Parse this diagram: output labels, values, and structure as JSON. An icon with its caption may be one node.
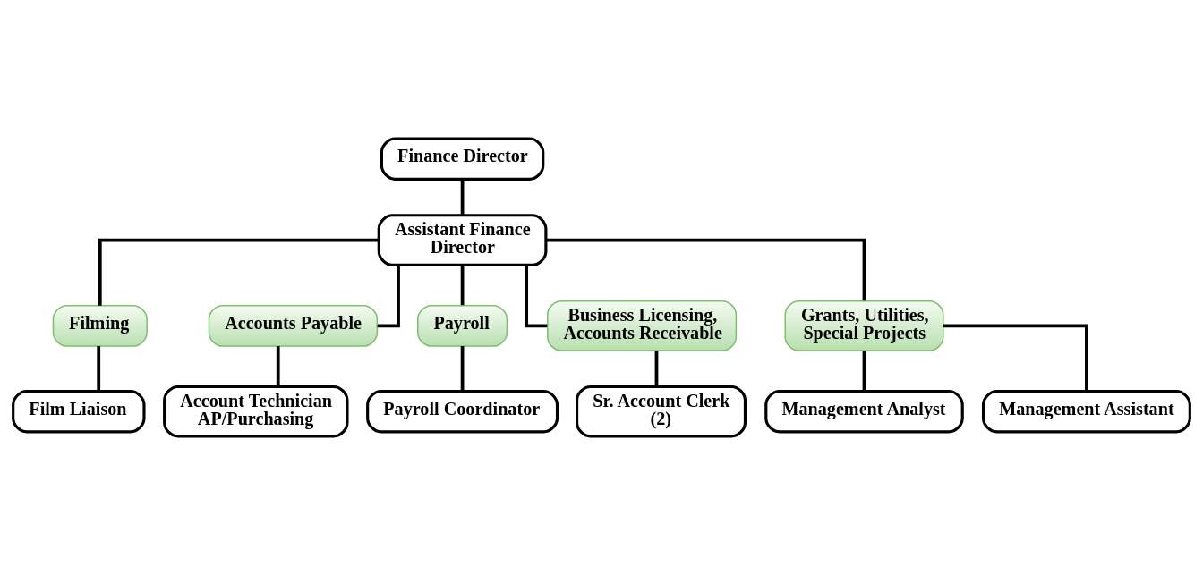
{
  "diagram": {
    "nodes": [
      {
        "text": [
          "Finance Director"
        ]
      },
      {
        "text": [
          "Assistant Finance Director"
        ]
      },
      {
        "text": [
          "Filming"
        ]
      },
      {
        "text": [
          "Accounts Payable"
        ]
      },
      {
        "text": [
          "Payroll"
        ]
      },
      {
        "text": [
          "Business Licensing, Accounts Receivable"
        ]
      },
      {
        "text": [
          "Grants, Utilities, Special Projects"
        ]
      },
      {
        "text": [
          "Film Liaison"
        ]
      },
      {
        "text": [
          "Account Technician AP/Purchasing"
        ]
      },
      {
        "text": [
          "Payroll Coordinator"
        ]
      },
      {
        "text": [
          "Sr. Account Clerk (2)"
        ]
      },
      {
        "text": [
          "Management Analyst"
        ]
      },
      {
        "text": [
          "Management Assistant"
        ]
      }
    ],
    "edges": [
      {
        "from": 0,
        "to": 1,
        "arrow": "none"
      },
      {
        "from": 1,
        "to": 2,
        "arrow": "none"
      },
      {
        "from": 1,
        "to": 3,
        "arrow": "none"
      },
      {
        "from": 1,
        "to": 4,
        "arrow": "none"
      },
      {
        "from": 1,
        "to": 5,
        "arrow": "none"
      },
      {
        "from": 1,
        "to": 6,
        "arrow": "none"
      },
      {
        "from": 2,
        "to": 7,
        "arrow": "none"
      },
      {
        "from": 3,
        "to": 8,
        "arrow": "none"
      },
      {
        "from": 4,
        "to": 9,
        "arrow": "none"
      },
      {
        "from": 5,
        "to": 10,
        "arrow": "none"
      },
      {
        "from": 6,
        "to": 11,
        "arrow": "none"
      },
      {
        "from": 6,
        "to": 12,
        "arrow": "none"
      }
    ]
  }
}
